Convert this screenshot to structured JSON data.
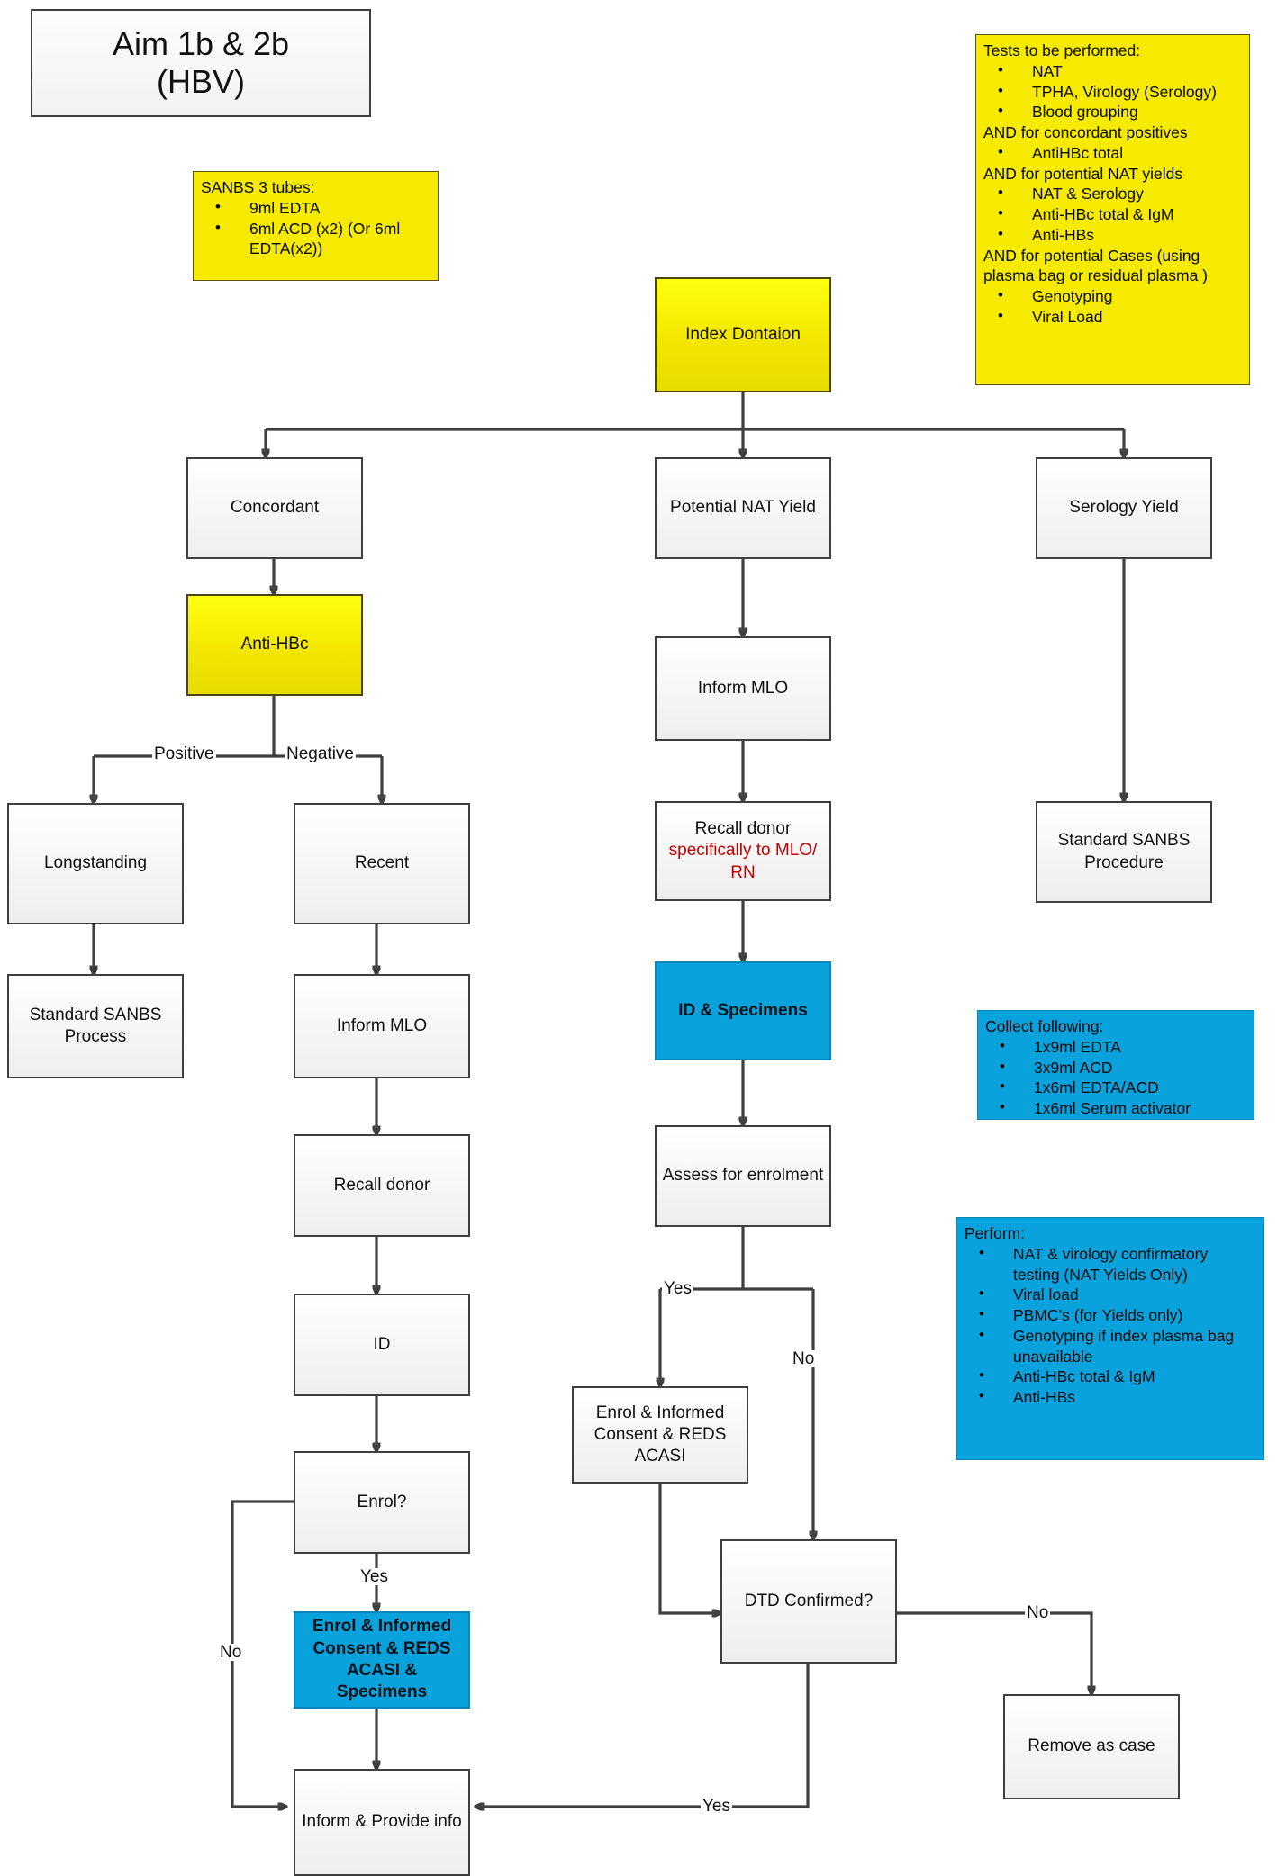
{
  "title_box": {
    "line1": "Aim 1b & 2b",
    "line2": "(HBV)"
  },
  "notes": {
    "tubes": {
      "header": "SANBS 3 tubes:",
      "items": [
        "9ml EDTA",
        "6ml ACD (x2) (Or 6ml EDTA(x2))"
      ],
      "color": "#f5ea00"
    },
    "tests": {
      "header": "Tests to be performed:",
      "items": [
        "NAT",
        "TPHA, Virology (Serology)",
        "Blood grouping"
      ],
      "sub1_header": "AND for concordant positives",
      "sub1_items": [
        "AntiHBc total"
      ],
      "sub2_header": "AND for potential NAT yields",
      "sub2_items": [
        "NAT & Serology",
        "Anti-HBc total & IgM",
        "Anti-HBs"
      ],
      "sub3_header": "AND for potential Cases (using plasma bag or residual plasma )",
      "sub3_items": [
        "Genotyping",
        "Viral Load"
      ],
      "color": "#f5ea00"
    },
    "collect": {
      "header": "Collect following:",
      "items": [
        "1x9ml EDTA",
        "3x9ml ACD",
        "1x6ml EDTA/ACD",
        "1x6ml Serum activator"
      ],
      "color": "#09a2dd"
    },
    "perform": {
      "header": "Perform:",
      "items": [
        "NAT & virology confirmatory testing (NAT Yields Only)",
        "Viral load",
        "PBMC’s (for Yields only)",
        "Genotyping  if index plasma bag unavailable",
        "Anti-HBc total & IgM",
        "Anti-HBs"
      ],
      "color": "#09a2dd"
    }
  },
  "nodes": {
    "index_donation": "Index Dontaion",
    "concordant": "Concordant",
    "potential_nat_yield": "Potential NAT Yield",
    "serology_yield": "Serology Yield",
    "anti_hbc": "Anti-HBc",
    "inform_mlo_mid": "Inform MLO",
    "standard_sanbs_procedure": "Standard SANBS Procedure",
    "longstanding": "Longstanding",
    "recent": "Recent",
    "recall_donor_mlo_line1": "Recall donor",
    "recall_donor_mlo_line2": "specifically to MLO/ RN",
    "standard_sanbs_process": "Standard SANBS Process",
    "inform_mlo_left": "Inform MLO",
    "id_specimens": "ID & Specimens",
    "recall_donor": "Recall donor",
    "assess_for_enrolment": "Assess for enrolment",
    "id": "ID",
    "enrol_question": "Enrol?",
    "enrol_consent_reds_acasi": "Enrol & Informed Consent & REDS ACASI",
    "dtd_confirmed": "DTD Confirmed?",
    "enrol_consent_reds_acasi_specimens": "Enrol & Informed Consent & REDS ACASI & Specimens",
    "remove_as_case": "Remove as case",
    "inform_provide_info": "Inform & Provide info"
  },
  "edge_labels": {
    "positive": "Positive",
    "negative": "Negative",
    "enrol_yes": "Yes",
    "enrol_no": "No",
    "assess_yes": "Yes",
    "assess_no": "No",
    "dtd_no": "No",
    "dtd_yes": "Yes"
  },
  "colors": {
    "yellow": "#f5ea00",
    "blue": "#09a2dd",
    "box_border": "#3f3f3f",
    "red_text": "#c00000"
  }
}
